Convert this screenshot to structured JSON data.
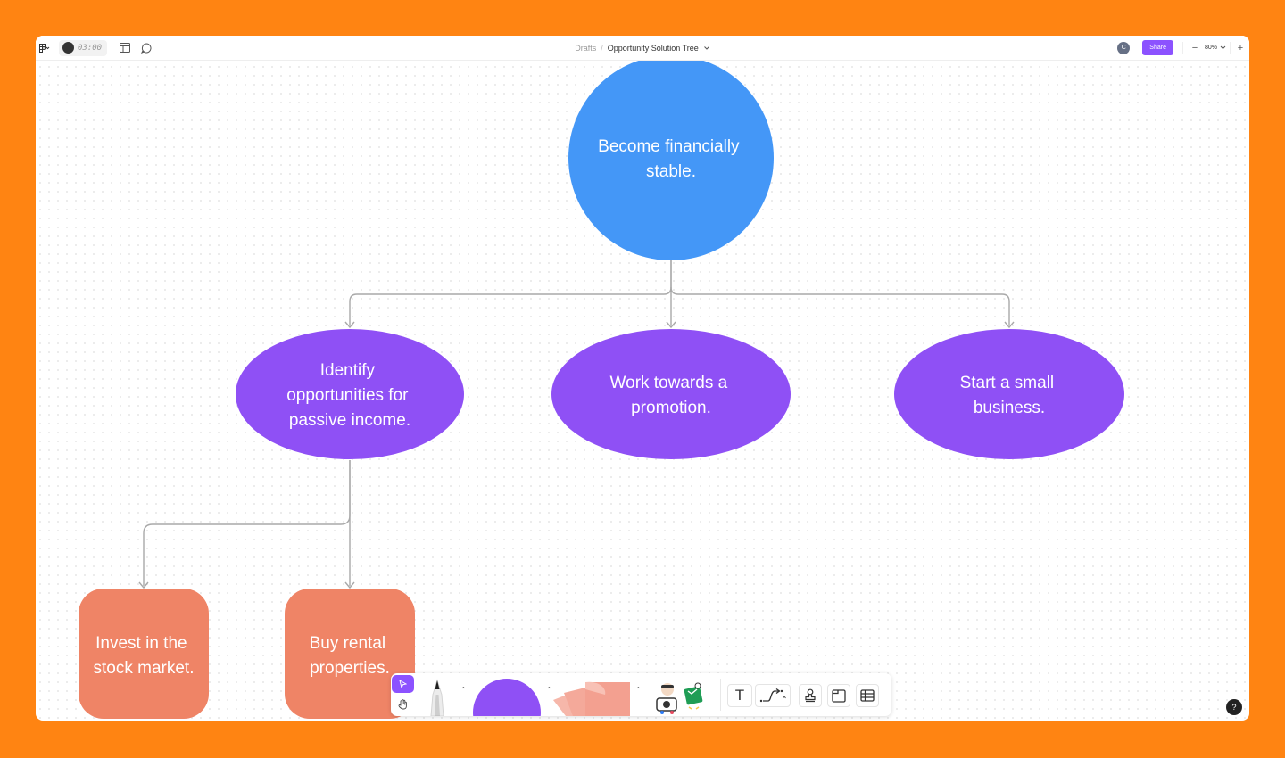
{
  "topbar": {
    "timer": "03:00",
    "breadcrumb_root": "Drafts",
    "breadcrumb_sep": "/",
    "file_title": "Opportunity Solution Tree",
    "avatar_initial": "C",
    "share_label": "Share",
    "zoom_minus": "−",
    "zoom_level": "80%",
    "zoom_plus": "+"
  },
  "diagram": {
    "root": {
      "lines": [
        "Become financially",
        "stable."
      ],
      "color": "#4497f7"
    },
    "level1": [
      {
        "lines": [
          "Identify",
          "opportunities for",
          "passive income."
        ],
        "color": "#8f50f5"
      },
      {
        "lines": [
          "Work towards a",
          "promotion."
        ],
        "color": "#8f50f5"
      },
      {
        "lines": [
          "Start a small",
          "business."
        ],
        "color": "#8f50f5"
      }
    ],
    "level2": [
      {
        "lines": [
          "Invest in the",
          "stock market."
        ],
        "color": "#ef8466"
      },
      {
        "lines": [
          "Buy rental",
          "properties."
        ],
        "color": "#ef8466"
      }
    ]
  },
  "toolbar": {
    "tools": [
      "select-tool",
      "hand-tool",
      "marker-tool",
      "shape-tool",
      "sticky-note-tool",
      "stickers-tool",
      "text-tool",
      "connector-tool",
      "stamp-tool",
      "section-tool",
      "table-tool"
    ],
    "text_tool_glyph": "T",
    "shape_color": "#8f50f5",
    "sticky_color": "#f4a99a"
  },
  "help_label": "?"
}
